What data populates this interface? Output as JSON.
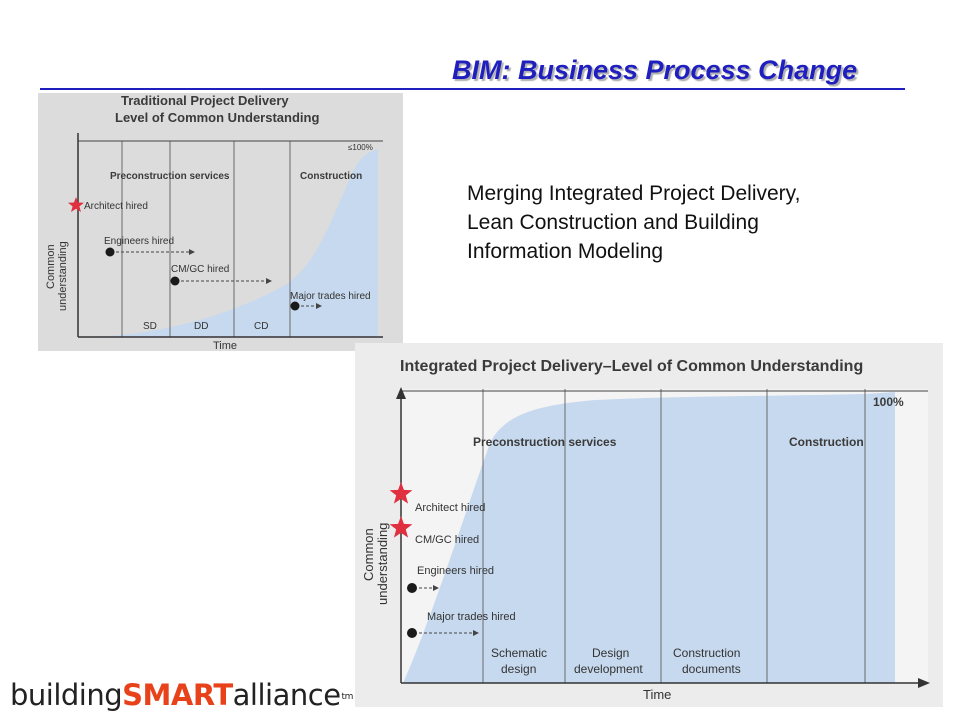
{
  "slide": {
    "title": "BIM: Business Process Change",
    "subtitle": "Merging Integrated Project Delivery,\nLean Construction and Building\nInformation Modeling"
  },
  "traditional": {
    "title_line1": "Traditional Project Delivery",
    "title_line2": "Level of Common Understanding",
    "max_label": "≤100%",
    "phase_preconstruction": "Preconstruction services",
    "phase_construction": "Construction",
    "y_axis_line1": "Common",
    "y_axis_line2": "understanding",
    "x_axis": "Time",
    "milestones": {
      "architect": "Architect hired",
      "engineers": "Engineers hired",
      "cmgc": "CM/GC hired",
      "trades": "Major trades hired"
    },
    "phases": {
      "sd": "SD",
      "dd": "DD",
      "cd": "CD"
    }
  },
  "ipd": {
    "title": "Integrated Project Delivery–Level of Common Understanding",
    "max_label": "100%",
    "phase_preconstruction": "Preconstruction services",
    "phase_construction": "Construction",
    "y_axis_line1": "Common",
    "y_axis_line2": "understanding",
    "x_axis": "Time",
    "milestones": {
      "architect": "Architect hired",
      "cmgc": "CM/GC hired",
      "engineers": "Engineers hired",
      "trades": "Major trades hired"
    },
    "phases": {
      "schematic_1": "Schematic",
      "schematic_2": "design",
      "design_1": "Design",
      "design_2": "development",
      "construction_1": "Construction",
      "construction_2": "documents"
    }
  },
  "logo": {
    "part1": "building",
    "part2": "SMART",
    "part3": "alliance",
    "tm": "tm"
  },
  "colors": {
    "title_blue": "#1f1fbf",
    "curve_fill": "#c7d9ee",
    "star_red": "#e03040",
    "logo_orange": "#e8421b"
  }
}
